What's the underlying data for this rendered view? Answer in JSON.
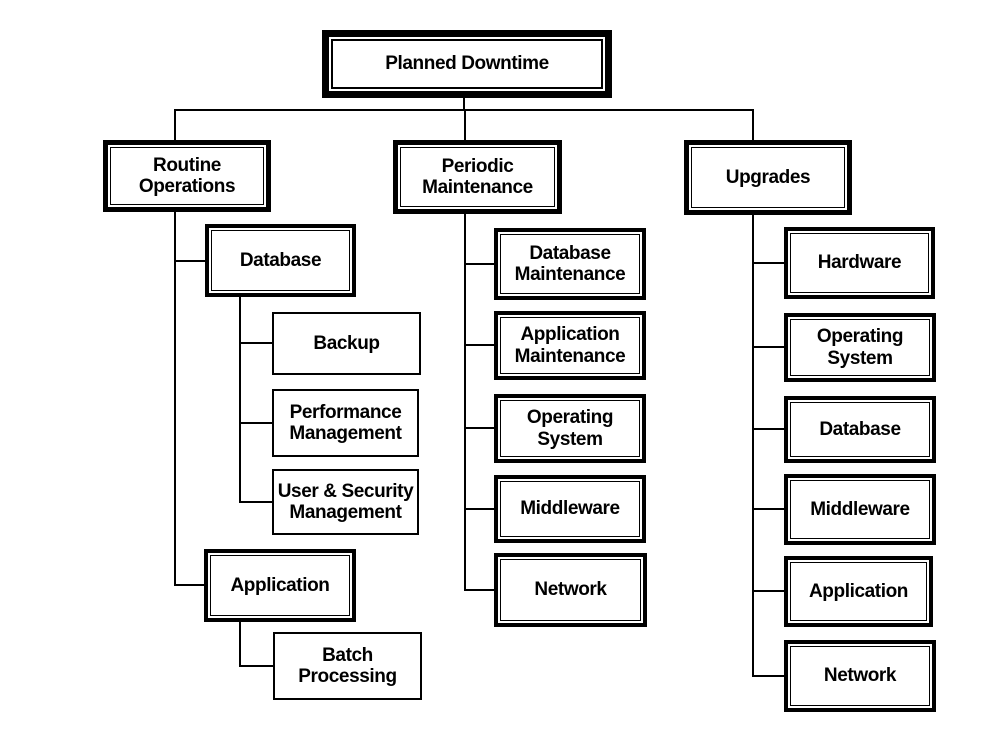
{
  "diagram": {
    "type": "tree",
    "root": {
      "label": "Planned Downtime"
    },
    "branches": [
      {
        "label": "Routine\nOperations",
        "children": [
          {
            "label": "Database",
            "children": [
              {
                "label": "Backup"
              },
              {
                "label": "Performance\nManagement"
              },
              {
                "label": "User & Security\nManagement"
              }
            ]
          },
          {
            "label": "Application",
            "children": [
              {
                "label": "Batch\nProcessing"
              }
            ]
          }
        ]
      },
      {
        "label": "Periodic\nMaintenance",
        "children": [
          {
            "label": "Database\nMaintenance"
          },
          {
            "label": "Application\nMaintenance"
          },
          {
            "label": "Operating\nSystem"
          },
          {
            "label": "Middleware"
          },
          {
            "label": "Network"
          }
        ]
      },
      {
        "label": "Upgrades",
        "children": [
          {
            "label": "Hardware"
          },
          {
            "label": "Operating\nSystem"
          },
          {
            "label": "Database"
          },
          {
            "label": "Middleware"
          },
          {
            "label": "Application"
          },
          {
            "label": "Network"
          }
        ]
      }
    ]
  },
  "colors": {
    "background": "#ffffff",
    "line": "#000000",
    "box_border": "#000000",
    "text": "#000000"
  }
}
